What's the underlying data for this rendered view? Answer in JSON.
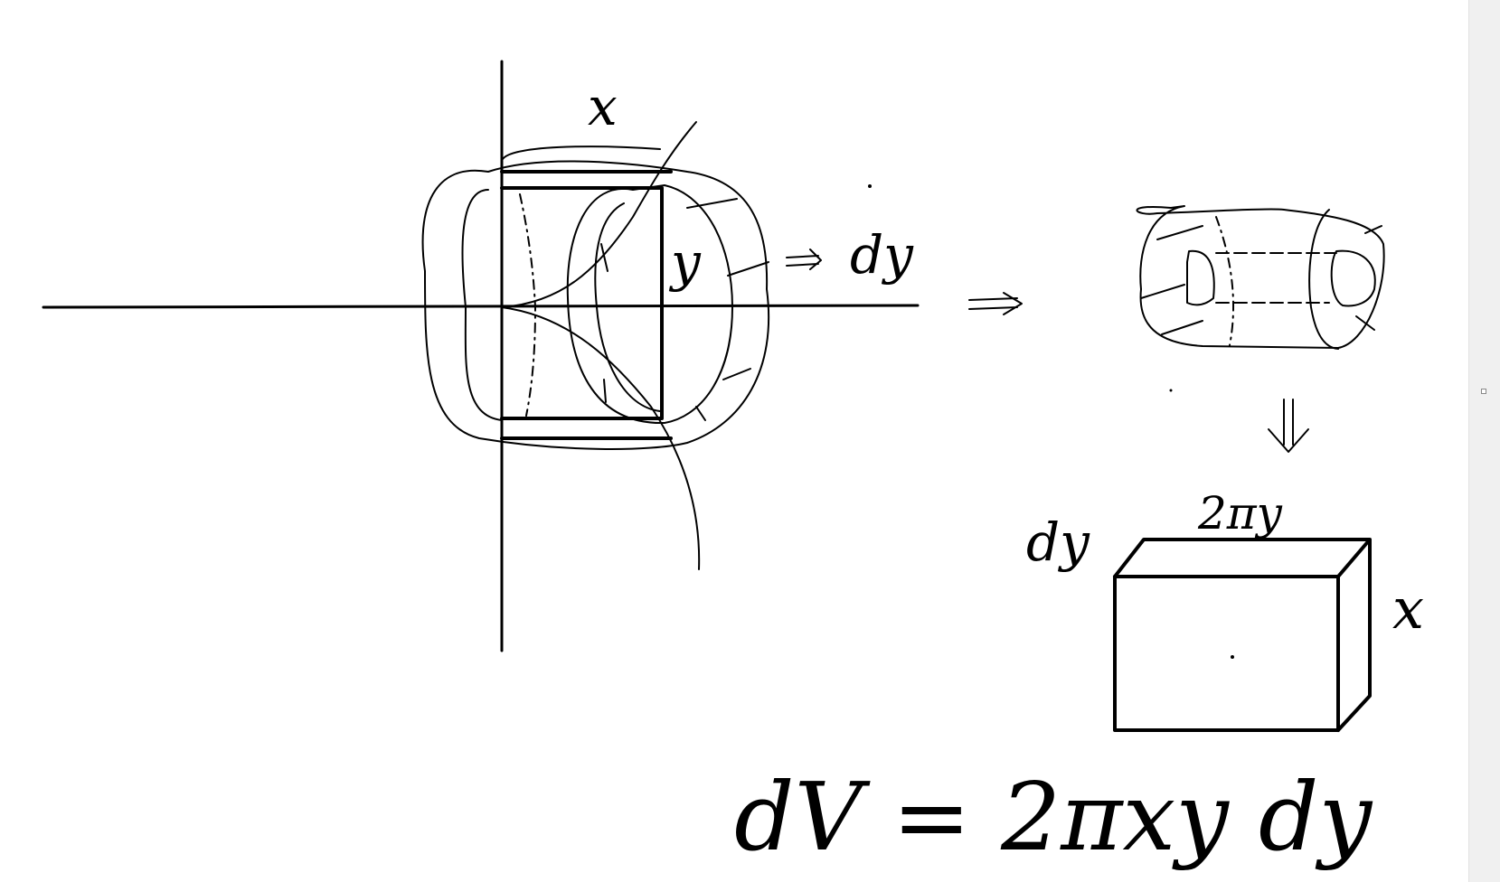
{
  "diagram": {
    "label_x_top": "x",
    "label_y_axis": "y",
    "label_dy_side": "dy",
    "arrow_right": "⇒",
    "arrow_down": "⇓",
    "box_label_top": "2πy",
    "box_label_left": "dy",
    "box_label_right": "x",
    "formula": "dV = 2πxy dy"
  }
}
